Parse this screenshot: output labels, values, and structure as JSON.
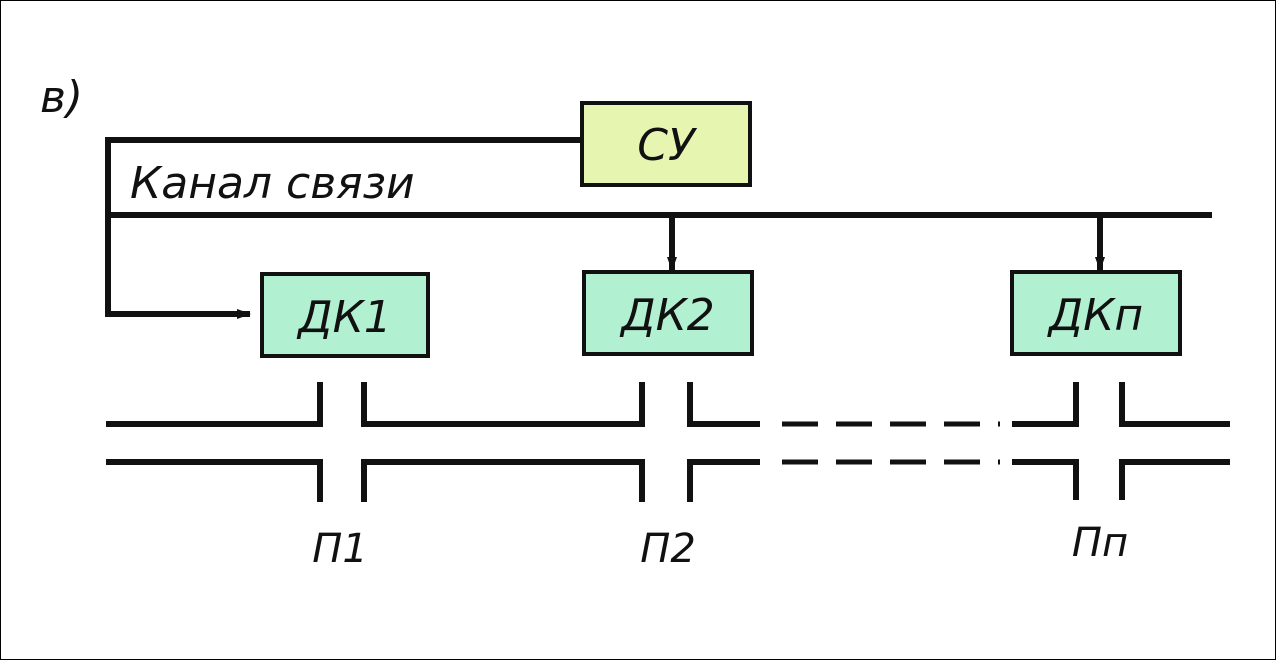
{
  "figure": {
    "label": "в)"
  },
  "channel_label": "Канал связи",
  "blocks": {
    "control": {
      "label": "СУ",
      "fill": "#e6f5b0"
    },
    "dk1": {
      "label": "ДК1",
      "fill": "#b2f0d2"
    },
    "dk2": {
      "label": "ДК2",
      "fill": "#b2f0d2"
    },
    "dkn": {
      "label": "ДКп",
      "fill": "#b2f0d2"
    }
  },
  "points": {
    "p1": "П1",
    "p2": "П2",
    "pn": "Пп"
  },
  "colors": {
    "line": "#111111"
  }
}
